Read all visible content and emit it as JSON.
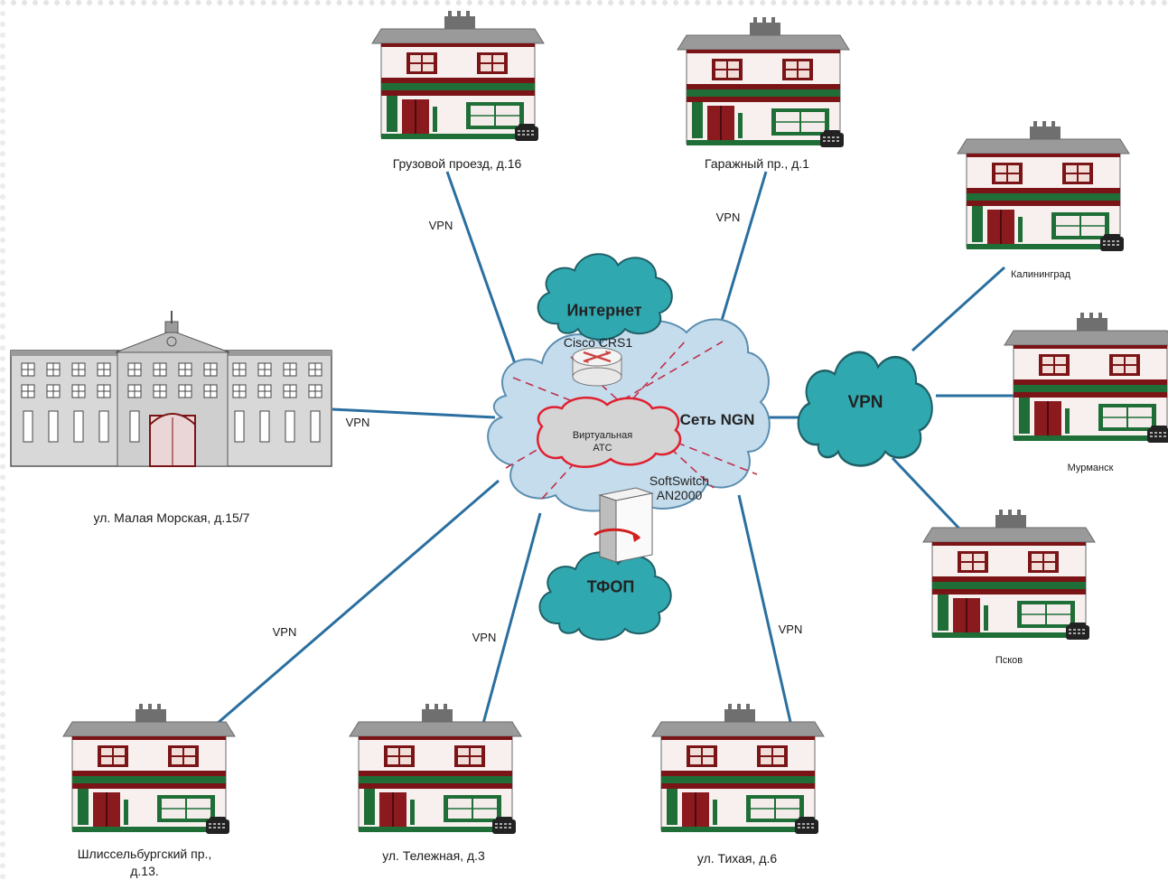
{
  "colors": {
    "cloud_fill": "#30a8b0",
    "cloud_stroke": "#1f5f66",
    "ngn_fill": "#c4dcec",
    "ngn_stroke": "#5b8eb0",
    "link": "#2a6fa0",
    "dashed": "#c0304c",
    "ats_stroke": "#e02030",
    "roof": "#9a9a9a",
    "trim_red": "#7a1416",
    "trim_green": "#1f6e37"
  },
  "clouds": {
    "internet": "Интернет",
    "ngn": "Сеть NGN",
    "pstn": "ТФОП",
    "vpn": "VPN"
  },
  "center": {
    "router_label": "Cisco CRS1",
    "virtual_ats_line1": "Виртуальная",
    "virtual_ats_line2": "АТС",
    "softswitch_line1": "SoftSwitch",
    "softswitch_line2": "AN2000"
  },
  "offices": [
    {
      "id": "gruzovoy",
      "label": "Грузовой проезд, д.16"
    },
    {
      "id": "garazhny",
      "label": "Гаражный пр., д.1"
    },
    {
      "id": "kaliningrad",
      "label": "Калининград"
    },
    {
      "id": "murmansk",
      "label": "Мурманск"
    },
    {
      "id": "pskov",
      "label": "Псков"
    },
    {
      "id": "shlisselburg",
      "label": "Шлиссельбургский пр.,",
      "label2": "д.13."
    },
    {
      "id": "telezhnaya",
      "label": "ул. Тележная, д.3"
    },
    {
      "id": "tikhaya",
      "label": "ул. Тихая, д.6"
    }
  ],
  "headquarters": {
    "label": "ул. Малая Морская, д.15/7"
  },
  "link_labels": {
    "top_left": "VPN",
    "top_right": "VPN",
    "hq": "VPN",
    "bottom_left": "VPN",
    "bottom_mid": "VPN",
    "bottom_right": "VPN"
  }
}
